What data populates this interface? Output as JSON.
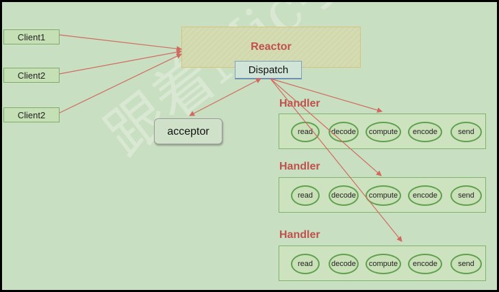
{
  "clients": [
    "Client1",
    "Client2",
    "Client2"
  ],
  "reactor": {
    "label": "Reactor",
    "dispatch": "Dispatch"
  },
  "acceptor": "acceptor",
  "handlers": [
    {
      "label": "Handler",
      "steps": [
        "read",
        "decode",
        "compute",
        "encode",
        "send"
      ]
    },
    {
      "label": "Handler",
      "steps": [
        "read",
        "decode",
        "compute",
        "encode",
        "send"
      ]
    },
    {
      "label": "Handler",
      "steps": [
        "read",
        "decode",
        "compute",
        "encode",
        "send"
      ]
    }
  ],
  "watermark": "跟着Mic学架构",
  "colors": {
    "accent": "#c0504d",
    "background": "#c9dfc1",
    "arrow": "#d06a60"
  }
}
